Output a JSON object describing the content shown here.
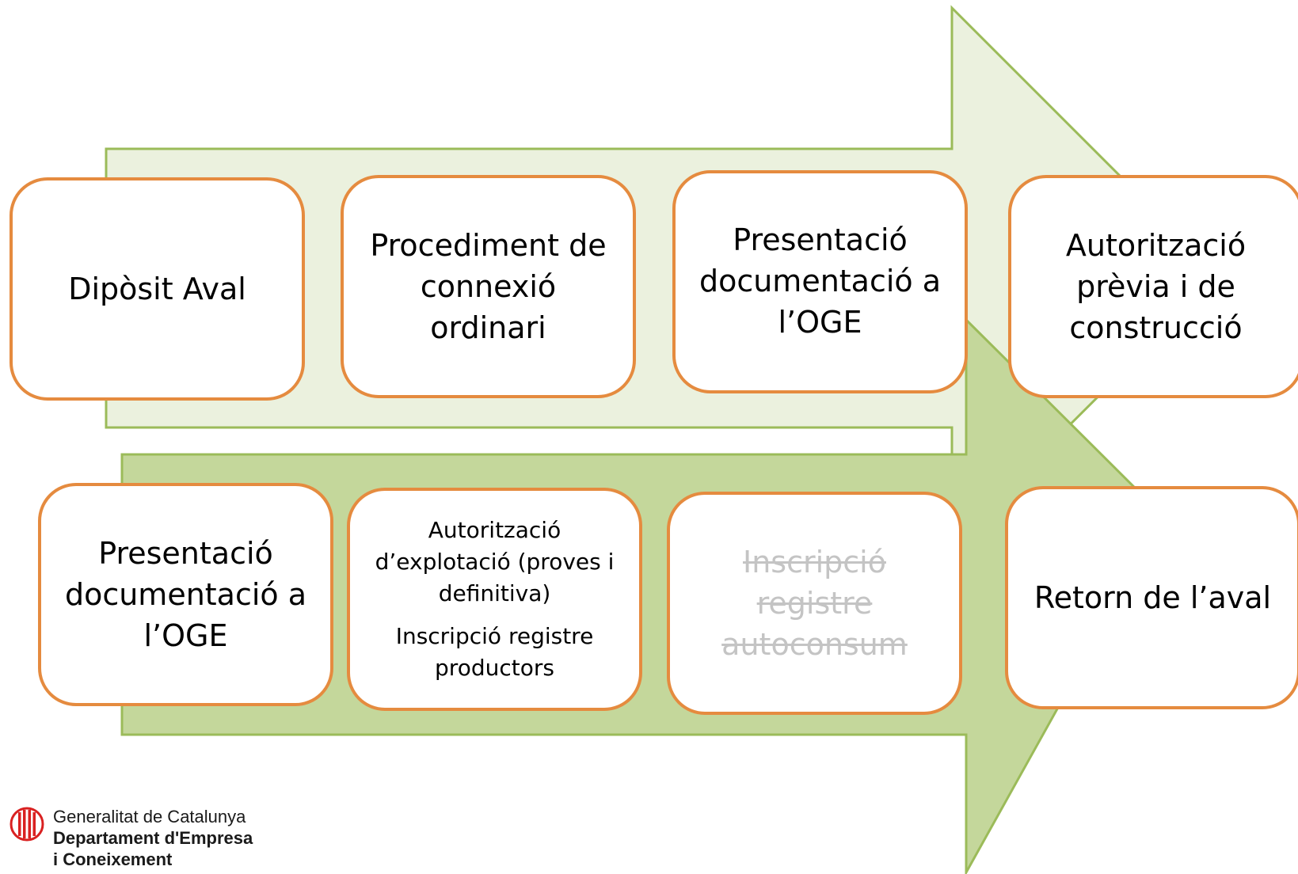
{
  "colors": {
    "arrow_top_fill": "#ebf1de",
    "arrow_bottom_fill": "#c4d79b",
    "arrow_stroke": "#9bbb59",
    "box_border": "#e58b3f",
    "strikethrough_text": "#c4c4c4",
    "logo_red": "#d92121"
  },
  "top_row": [
    {
      "lines": [
        "Dipòsit Aval"
      ]
    },
    {
      "lines": [
        "Procediment de",
        "connexió",
        "ordinari"
      ]
    },
    {
      "lines": [
        "Presentació",
        "documentació a",
        "l’OGE"
      ]
    },
    {
      "lines": [
        "Autorització",
        "prèvia i de",
        "construcció"
      ]
    }
  ],
  "bottom_row": [
    {
      "lines": [
        "Presentació",
        "documentació a",
        "l’OGE"
      ]
    },
    {
      "para1": [
        "Autorització",
        "d’explotació (proves i",
        "definitiva)"
      ],
      "para2": [
        "Inscripció registre",
        "productors"
      ]
    },
    {
      "lines": [
        "Inscripció",
        "registre",
        "autoconsum"
      ]
    },
    {
      "lines": [
        "Retorn de l’aval"
      ]
    }
  ],
  "logo": {
    "icon": "generalitat-shield-icon",
    "line1": "Generalitat de Catalunya",
    "line2": "Departament d'Empresa",
    "line3": "i Coneixement"
  }
}
